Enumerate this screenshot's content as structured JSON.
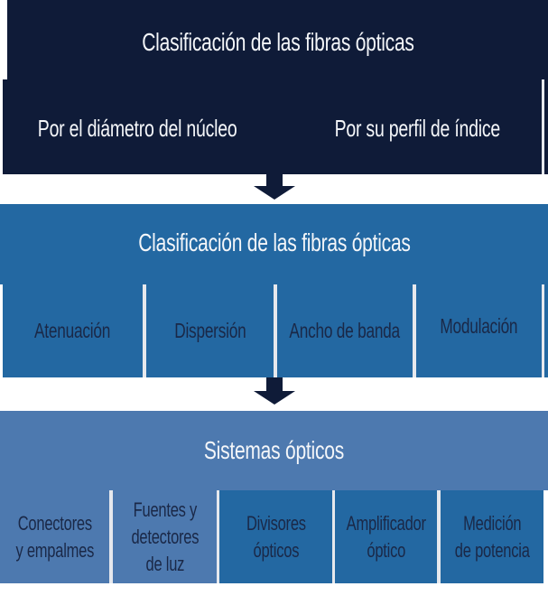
{
  "diagram": {
    "boxes": [
      {
        "title": "Clasificación de las fibras ópticas",
        "items": [
          "Por el diámetro del núcleo",
          "Por su perfil de índice"
        ]
      },
      {
        "title": "Clasificación de las fibras ópticas",
        "items": [
          "Atenuación",
          "Dispersión",
          "Ancho de banda",
          "Modulación"
        ]
      },
      {
        "title": "Sistemas ópticos",
        "items": [
          "Conectores\ny empalmes",
          "Fuentes y\ndetectores\nde luz",
          "Divisores\nópticos",
          "Amplificador\nóptico",
          "Medición\nde potencia"
        ]
      }
    ],
    "colors": {
      "navy": "#0f1b38",
      "blue": "#2368a2",
      "light_blue": "#4d79af",
      "separator": "#e6e8ed",
      "title_text": "#f4f6f9",
      "item_text": "#1a2847"
    }
  }
}
